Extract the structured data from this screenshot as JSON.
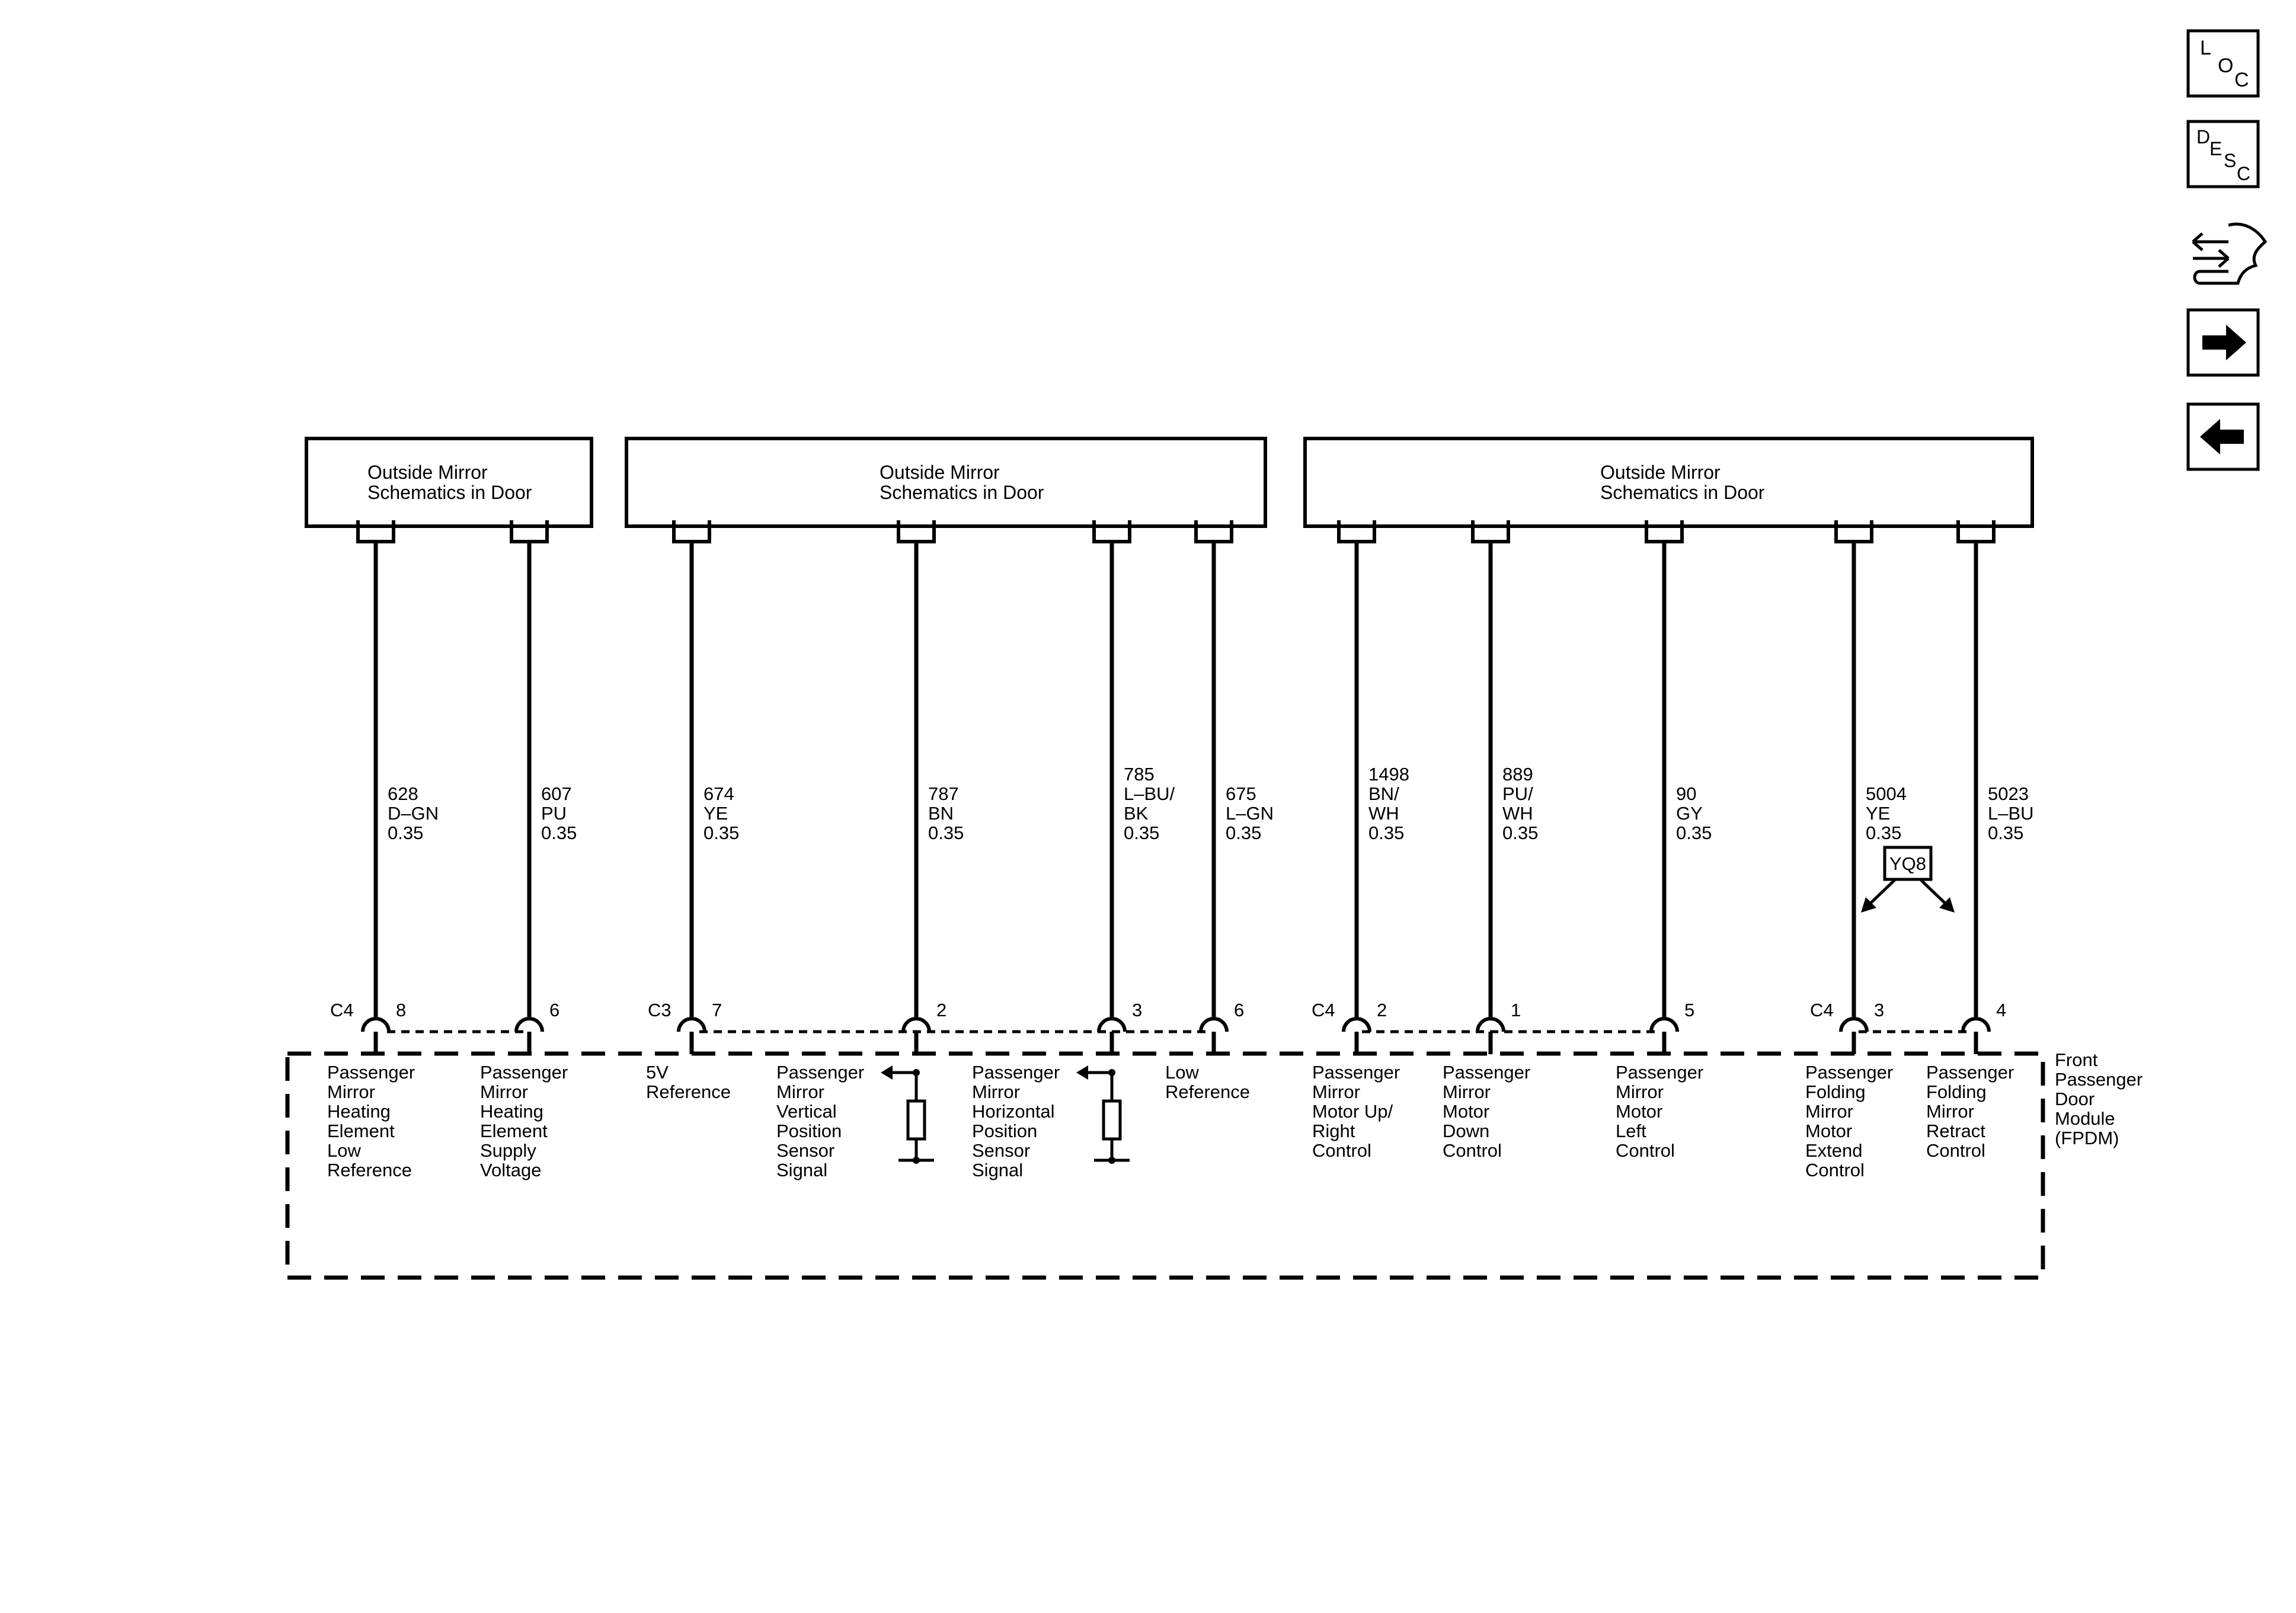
{
  "top_boxes": [
    {
      "title_line1": "Outside Mirror",
      "title_line2": "Schematics in Door"
    },
    {
      "title_line1": "Outside Mirror",
      "title_line2": "Schematics in Door"
    },
    {
      "title_line1": "Outside Mirror",
      "title_line2": "Schematics in Door"
    }
  ],
  "connectors": {
    "c4_left": "C4",
    "c3": "C3",
    "c4_mid": "C4",
    "c4_right": "C4"
  },
  "wires": [
    {
      "circuit": "628",
      "color": "D–GN",
      "color2": "",
      "gauge": "0.35",
      "pin": "8",
      "desc": [
        "Passenger",
        "Mirror",
        "Heating",
        "Element",
        "Low",
        "Reference"
      ]
    },
    {
      "circuit": "607",
      "color": "PU",
      "color2": "",
      "gauge": "0.35",
      "pin": "6",
      "desc": [
        "Passenger",
        "Mirror",
        "Heating",
        "Element",
        "Supply",
        "Voltage"
      ]
    },
    {
      "circuit": "674",
      "color": "YE",
      "color2": "",
      "gauge": "0.35",
      "pin": "7",
      "desc": [
        "5V",
        "Reference"
      ]
    },
    {
      "circuit": "787",
      "color": "BN",
      "color2": "",
      "gauge": "0.35",
      "pin": "2",
      "desc": [
        "Passenger",
        "Mirror",
        "Vertical",
        "Position",
        "Sensor",
        "Signal"
      ]
    },
    {
      "circuit": "785",
      "color": "L–BU/",
      "color2": "BK",
      "gauge": "0.35",
      "pin": "3",
      "desc": [
        "Passenger",
        "Mirror",
        "Horizontal",
        "Position",
        "Sensor",
        "Signal"
      ]
    },
    {
      "circuit": "675",
      "color": "L–GN",
      "color2": "",
      "gauge": "0.35",
      "pin": "6",
      "desc": [
        "Low",
        "Reference"
      ]
    },
    {
      "circuit": "1498",
      "color": "BN/",
      "color2": "WH",
      "gauge": "0.35",
      "pin": "2",
      "desc": [
        "Passenger",
        "Mirror",
        "Motor Up/",
        "Right",
        "Control"
      ]
    },
    {
      "circuit": "889",
      "color": "PU/",
      "color2": "WH",
      "gauge": "0.35",
      "pin": "1",
      "desc": [
        "Passenger",
        "Mirror",
        "Motor",
        "Down",
        "Control"
      ]
    },
    {
      "circuit": "90",
      "color": "GY",
      "color2": "",
      "gauge": "0.35",
      "pin": "5",
      "desc": [
        "Passenger",
        "Mirror",
        "Motor",
        "Left",
        "Control"
      ]
    },
    {
      "circuit": "5004",
      "color": "YE",
      "color2": "",
      "gauge": "0.35",
      "pin": "3",
      "desc": [
        "Passenger",
        "Folding",
        "Mirror",
        "Motor",
        "Extend",
        "Control"
      ]
    },
    {
      "circuit": "5023",
      "color": "L–BU",
      "color2": "",
      "gauge": "0.35",
      "pin": "4",
      "desc": [
        "Passenger",
        "Folding",
        "Mirror",
        "Retract",
        "Control"
      ]
    }
  ],
  "option_code": "YQ8",
  "module_label": [
    "Front",
    "Passenger",
    "Door",
    "Module",
    "(FPDM)"
  ],
  "nav": {
    "loc": {
      "l": "L",
      "o": "O",
      "c": "C"
    },
    "desc": {
      "d": "D",
      "e": "E",
      "s": "S",
      "c": "C"
    },
    "icons": [
      "component-connector-icon",
      "arrow-right-icon",
      "arrow-left-icon"
    ]
  }
}
